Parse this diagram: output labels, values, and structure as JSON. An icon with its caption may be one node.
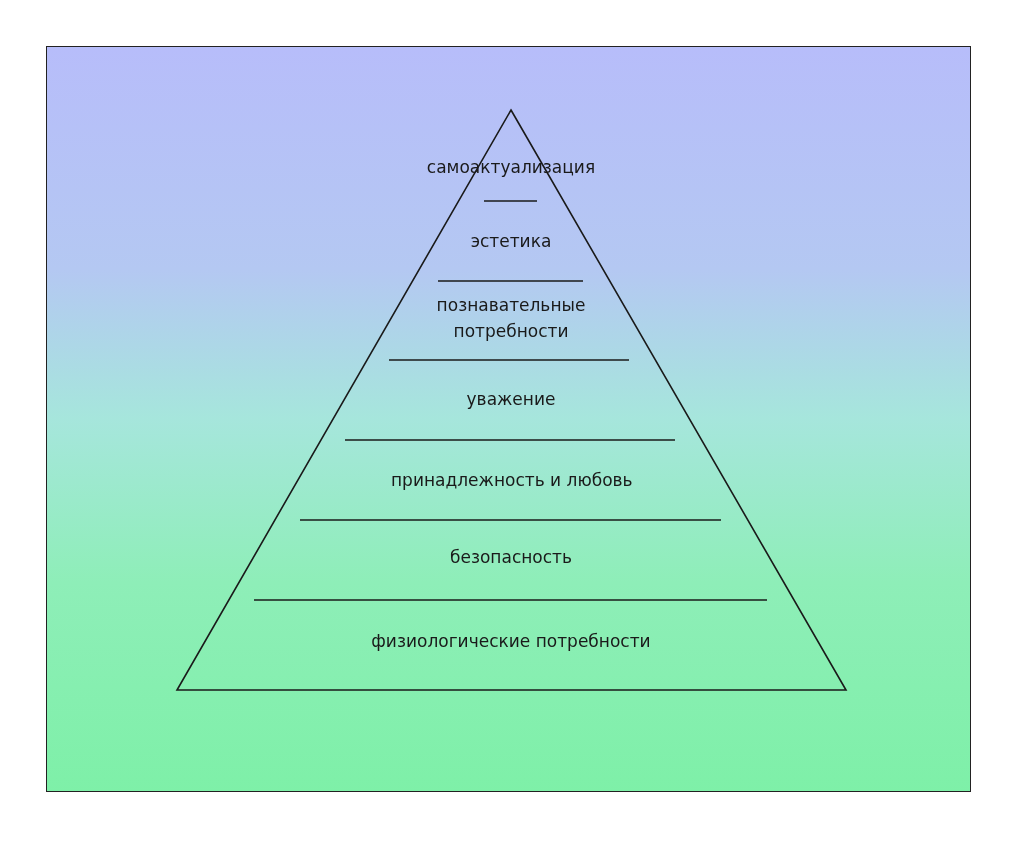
{
  "diagram": {
    "nodes": [
      {
        "text": [
          "самоактуализация"
        ]
      },
      {
        "text": [
          "эстетика"
        ]
      },
      {
        "text": [
          "познавательные потребности"
        ]
      },
      {
        "text": [
          "уважение"
        ]
      },
      {
        "text": [
          "принадлежность и любовь"
        ]
      },
      {
        "text": [
          "безопасность"
        ]
      },
      {
        "text": [
          "физиологические потребности"
        ]
      }
    ]
  }
}
